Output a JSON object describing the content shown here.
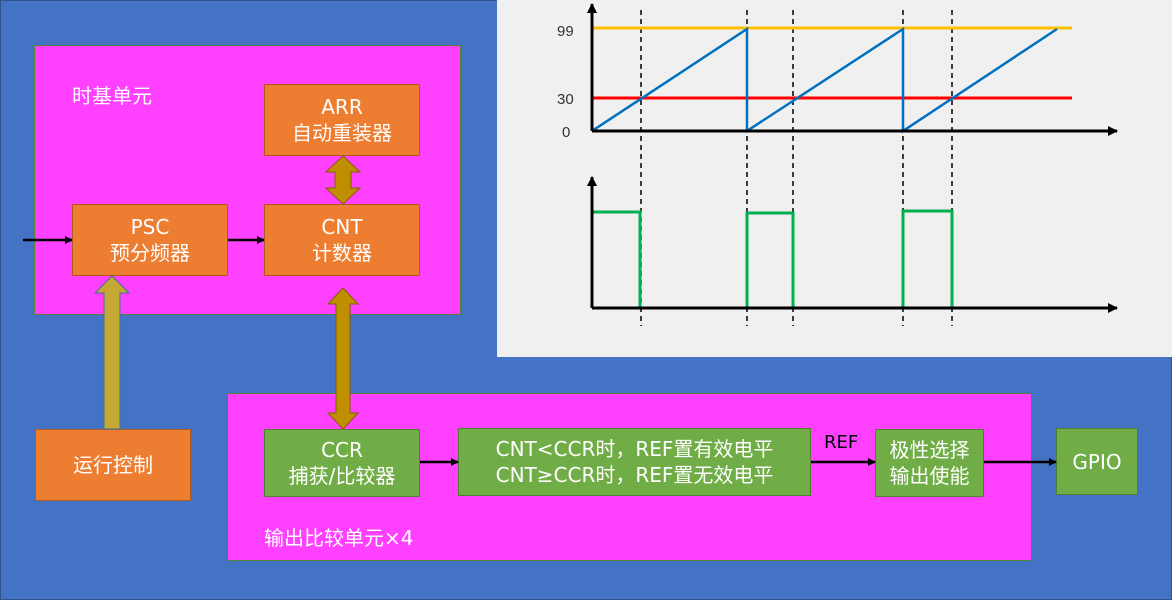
{
  "diagram": {
    "time_base_unit": {
      "label": "时基单元",
      "arr": {
        "line1": "ARR",
        "line2": "自动重装器"
      },
      "psc": {
        "line1": "PSC",
        "line2": "预分频器"
      },
      "cnt": {
        "line1": "CNT",
        "line2": "计数器"
      }
    },
    "run_control": {
      "label": "运行控制"
    },
    "output_compare_unit": {
      "label": "输出比较单元×4",
      "ccr": {
        "line1": "CCR",
        "line2": "捕获/比较器"
      },
      "compare_logic": {
        "line1": "CNT<CCR时，REF置有效电平",
        "line2": "CNT≥CCR时，REF置无效电平"
      },
      "ref_label": "REF",
      "polarity": {
        "line1": "极性选择",
        "line2": "输出使能"
      }
    },
    "gpio": {
      "label": "GPIO"
    }
  },
  "colors": {
    "background": "#4472c4",
    "region": "#ff40ff",
    "orange_box": "#ed7d31",
    "green_box": "#70ad47",
    "arrow_gold": "#bf8f00",
    "arrow_olive": "#c4a935",
    "arr_line": "#ffc000",
    "ccr_line": "#ff0000",
    "cnt_wave": "#0070c0",
    "pwm_wave": "#00b050"
  },
  "chart_data": [
    {
      "type": "line",
      "title": "CNT counter sawtooth vs ARR and CCR",
      "yticks": [
        "0",
        "30",
        "99"
      ],
      "ylim": [
        0,
        99
      ],
      "series": [
        {
          "name": "CNT",
          "color": "#0070c0",
          "x": [
            0,
            1,
            1,
            2,
            2,
            3
          ],
          "y": [
            0,
            99,
            0,
            99,
            0,
            99
          ]
        },
        {
          "name": "ARR",
          "color": "#ffc000",
          "value": 99
        },
        {
          "name": "CCR",
          "color": "#ff0000",
          "value": 30
        }
      ]
    },
    {
      "type": "line",
      "title": "REF / PWM output",
      "series": [
        {
          "name": "REF",
          "color": "#00b050",
          "x": [
            0,
            0.31,
            0.31,
            1,
            1,
            1.31,
            1.31,
            2,
            2,
            2.31,
            2.31,
            3
          ],
          "y": [
            1,
            1,
            0,
            0,
            1,
            1,
            0,
            0,
            1,
            1,
            0,
            0
          ]
        }
      ],
      "duty_cycle_hint": "30%"
    }
  ]
}
